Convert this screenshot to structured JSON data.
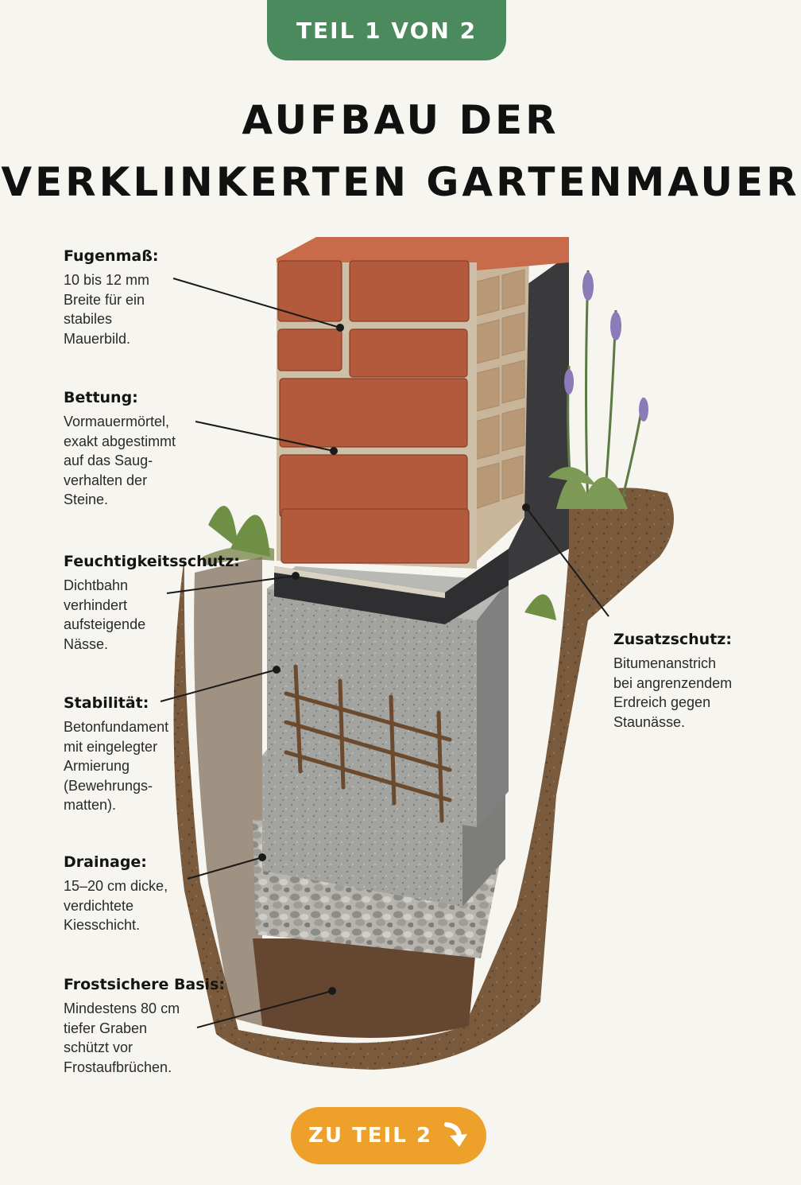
{
  "badge": "TEIL 1 VON 2",
  "title": {
    "line1": "AUFBAU DER",
    "line2": "VERKLINKERTEN GARTENMAUER"
  },
  "labels": [
    {
      "head": "Fugenmaß:",
      "body": "10 bis 12 mm\nBreite für ein\nstabiles\nMauerbild."
    },
    {
      "head": "Bettung:",
      "body": "Vormauermörtel,\nexakt abgestimmt\nauf das Saug-\nverhalten der\nSteine."
    },
    {
      "head": "Feuchtigkeitsschutz:",
      "body": "Dichtbahn\nverhindert\naufsteigende\nNässe."
    },
    {
      "head": "Stabilität:",
      "body": "Betonfundament\nmit eingelegter\nArmierung\n(Bewehrungs-\nmatten)."
    },
    {
      "head": "Drainage:",
      "body": "15–20 cm dicke,\nverdichtete\nKiesschicht."
    },
    {
      "head": "Frostsichere Basis:",
      "body": "Mindestens 80 cm\ntiefer Graben\nschützt vor\nFrostaufbrüchen."
    },
    {
      "head": "Zusatzschutz:",
      "body": "Bitumenanstrich\nbei angrenzendem\nErdreich gegen\nStaunässe."
    }
  ],
  "cta": {
    "label": "ZU TEIL 2",
    "icon": "arrow-down-right-icon"
  },
  "colors": {
    "badge": "#4a8a5d",
    "cta": "#eda02a",
    "brick": "#b35a3c",
    "mortar": "#cdbfa8",
    "concrete": "#9a9a96",
    "bitumen": "#3a3a3c",
    "soil": "#7a5a3c",
    "gravel": "#a9a8a2",
    "lavender": "#8b7bb8",
    "rebar": "#6b4a2e"
  }
}
